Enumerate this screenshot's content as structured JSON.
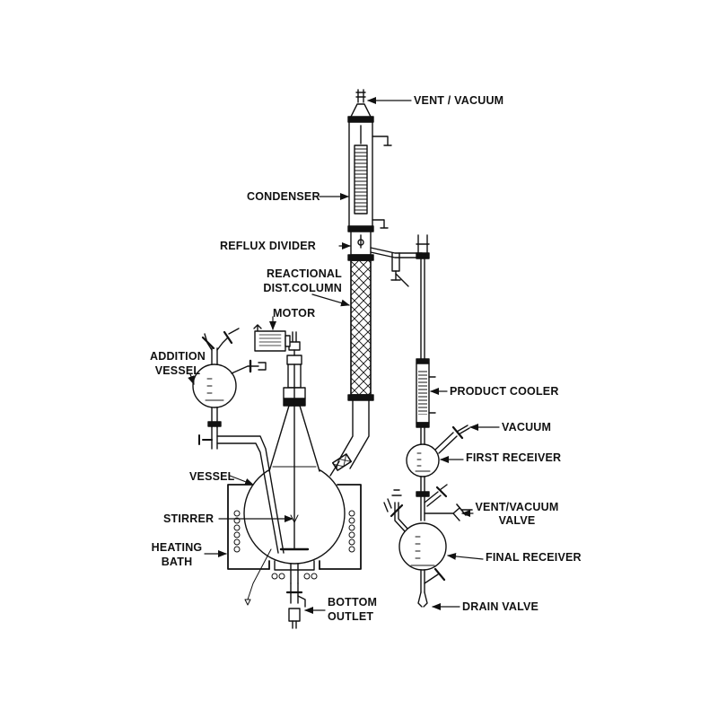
{
  "colors": {
    "ink": "#111111",
    "background": "#ffffff",
    "glass_fill": "#ffffff"
  },
  "labels": {
    "vent_vacuum": "VENT / VACUUM",
    "condenser": "CONDENSER",
    "reflux_divider": "REFLUX DIVIDER",
    "reactional_column_line1": "REACTIONAL",
    "reactional_column_line2": "DIST.COLUMN",
    "motor": "MOTOR",
    "addition_vessel_line1": "ADDITION",
    "addition_vessel_line2": "VESSEL",
    "product_cooler": "PRODUCT COOLER",
    "vacuum": "VACUUM",
    "first_receiver": "FIRST RECEIVER",
    "vessel": "VESSEL",
    "vent_vacuum_valve_line1": "VENT/VACUUM",
    "vent_vacuum_valve_line2": "VALVE",
    "stirrer": "STIRRER",
    "heating_bath_line1": "HEATING",
    "heating_bath_line2": "BATH",
    "final_receiver": "FINAL RECEIVER",
    "bottom_outlet_line1": "BOTTOM",
    "bottom_outlet_line2": "OUTLET",
    "drain_valve": "DRAIN VALVE"
  }
}
